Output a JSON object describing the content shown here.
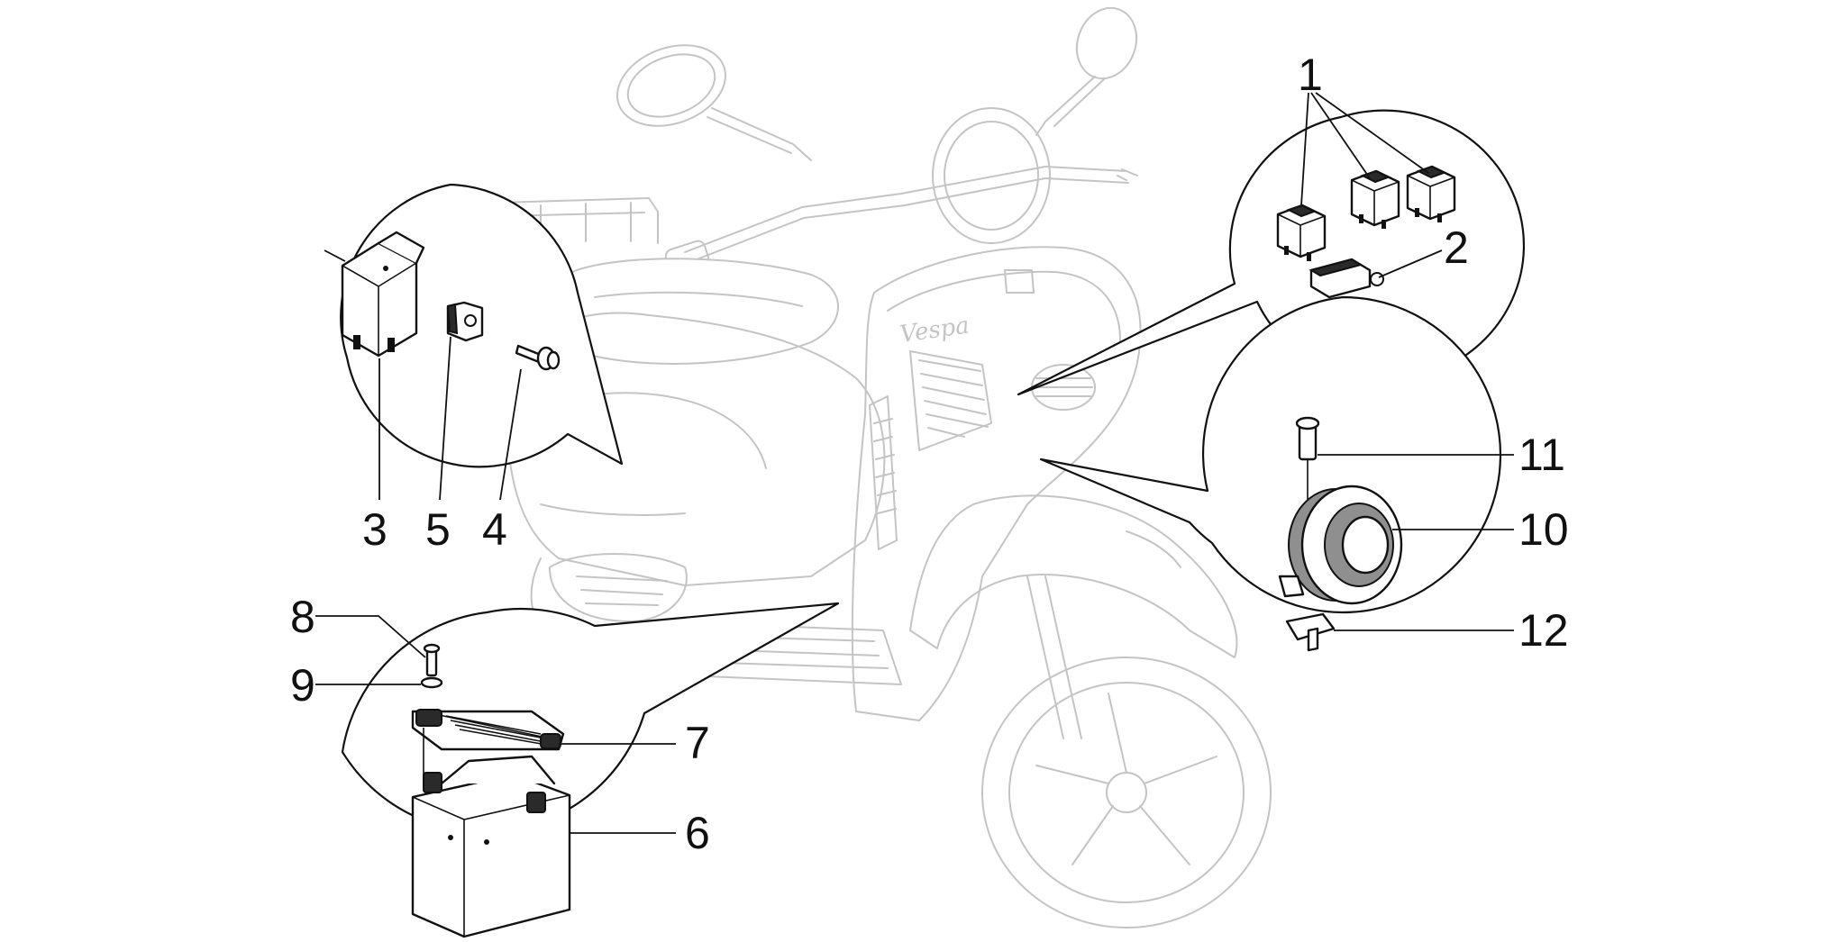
{
  "diagram": {
    "brand_script": "Vespa",
    "callouts": [
      {
        "id": "c1",
        "label": "1"
      },
      {
        "id": "c2",
        "label": "2"
      },
      {
        "id": "c3",
        "label": "3"
      },
      {
        "id": "c4",
        "label": "4"
      },
      {
        "id": "c5",
        "label": "5"
      },
      {
        "id": "c6",
        "label": "6"
      },
      {
        "id": "c7",
        "label": "7"
      },
      {
        "id": "c8",
        "label": "8"
      },
      {
        "id": "c9",
        "label": "9"
      },
      {
        "id": "c10",
        "label": "10"
      },
      {
        "id": "c11",
        "label": "11"
      },
      {
        "id": "c12",
        "label": "12"
      }
    ],
    "colors": {
      "scooter_outline": "#c4c4c4",
      "detail_ink": "#111111",
      "background": "#ffffff"
    }
  }
}
